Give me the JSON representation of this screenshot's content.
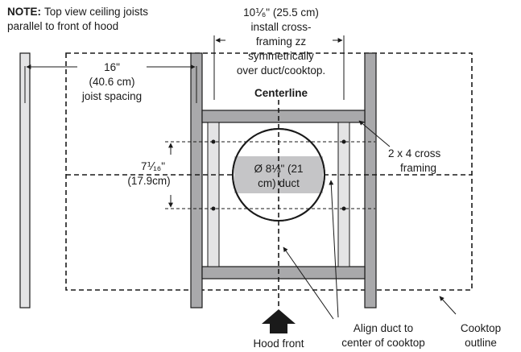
{
  "note": {
    "label": "NOTE:",
    "line1": "Top view ceiling joists",
    "line2": "parallel to front of hood"
  },
  "install": {
    "line1": "10⅟₆\" (25.5 cm)",
    "line2": "install cross-",
    "line3": "framing zz",
    "line4": "symmetrically",
    "line5": "over duct/cooktop."
  },
  "centerline": "Centerline",
  "joist_spacing": {
    "line1": "16\"",
    "line2": "(40.6 cm)",
    "line3": "joist spacing"
  },
  "cross_framing": {
    "line1": "2 x 4 cross",
    "line2": "framing"
  },
  "offset": {
    "line1": "7⅟₁₆\"",
    "line2": "(17.9cm)"
  },
  "duct": {
    "line1": "Ø 8¼\" (21",
    "line2": "cm) duct"
  },
  "hood_front": "Hood front",
  "align": {
    "line1": "Align duct to",
    "line2": "center of cooktop"
  },
  "cooktop": {
    "line1": "Cooktop",
    "line2": "outline"
  },
  "colors": {
    "joist_fill": "#a9a9ab",
    "joist_light": "#e4e4e5",
    "stroke": "#1a1a1a"
  }
}
